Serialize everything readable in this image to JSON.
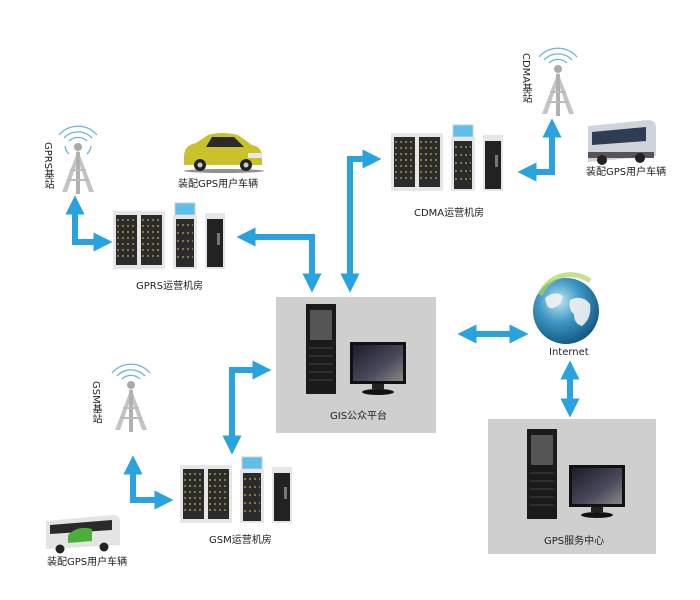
{
  "colors": {
    "arrow": "#29a3dd",
    "panel": "#cfcfcf",
    "tower": "#bdbdbd",
    "signal": "#6fb3d6"
  },
  "nodes": {
    "gprs_station": {
      "label": "GPRS基站",
      "icon": "cell-tower-icon"
    },
    "gprs_vehicle": {
      "label": "装配GPS用户车辆",
      "icon": "car-icon"
    },
    "gprs_room": {
      "label": "GPRS运营机房",
      "icon": "server-rack-icon"
    },
    "cdma_station": {
      "label": "CDMA基站",
      "icon": "cell-tower-icon"
    },
    "cdma_vehicle": {
      "label": "装配GPS用户车辆",
      "icon": "bus-icon"
    },
    "cdma_room": {
      "label": "CDMA运营机房",
      "icon": "server-rack-icon"
    },
    "gis_platform": {
      "label": "GIS公众平台",
      "icon": "server-monitor-icon"
    },
    "internet": {
      "label": "Internet",
      "icon": "globe-icon"
    },
    "gsm_station": {
      "label": "GSM基站",
      "icon": "cell-tower-icon"
    },
    "gsm_room": {
      "label": "GSM运营机房",
      "icon": "server-rack-icon"
    },
    "gsm_vehicle": {
      "label": "装配GPS用户车辆",
      "icon": "bus-icon"
    },
    "gps_center": {
      "label": "GPS服务中心",
      "icon": "server-monitor-icon"
    }
  },
  "connections": [
    {
      "from": "gprs_station",
      "to": "gprs_room"
    },
    {
      "from": "gprs_room",
      "to": "gis_platform"
    },
    {
      "from": "cdma_room",
      "to": "gis_platform"
    },
    {
      "from": "cdma_station",
      "to": "cdma_room"
    },
    {
      "from": "gis_platform",
      "to": "internet"
    },
    {
      "from": "internet",
      "to": "gps_center"
    },
    {
      "from": "gsm_room",
      "to": "gis_platform"
    },
    {
      "from": "gsm_station",
      "to": "gsm_room"
    }
  ]
}
